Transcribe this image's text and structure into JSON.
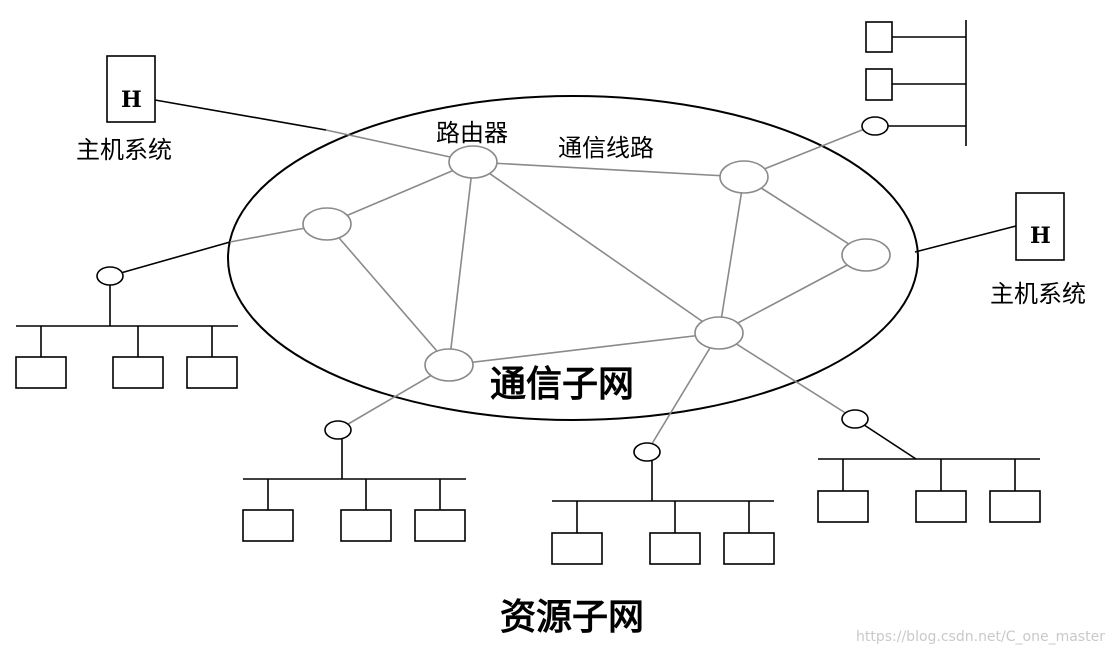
{
  "labels": {
    "host_left": "主机系统",
    "host_right": "主机系统",
    "router": "路由器",
    "comm_line": "通信线路",
    "comm_subnet": "通信子网",
    "resource_subnet": "资源子网",
    "host_letter_left": "H",
    "host_letter_right": "H"
  },
  "watermark": "https://blog.csdn.net/C_one_master",
  "colors": {
    "stroke": "#000000",
    "inner_link": "#8a8a8a",
    "background": "#ffffff"
  }
}
